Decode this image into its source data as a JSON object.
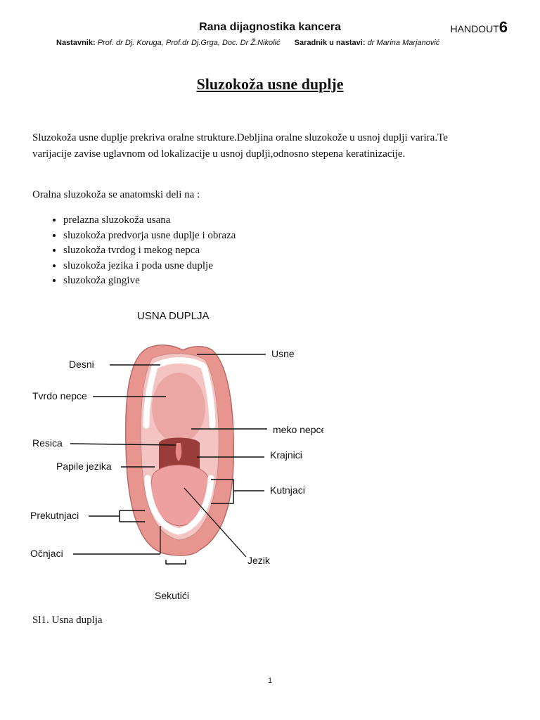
{
  "header": {
    "title": "Rana dijagnostika kancera",
    "handout_label": "HANDOUT",
    "handout_number": "6",
    "teacher_label": "Nastavnik:",
    "teachers": "Prof. dr Dj. Koruga, Prof.dr Dj.Grga, Doc. Dr Ž.Nikolić",
    "assistant_label": "Saradnik u nastavi:",
    "assistant": "dr Marina Marjanović"
  },
  "document": {
    "title": "Sluzokoža usne duplje",
    "paragraph1": "Sluzokoža usne duplje prekriva oralne strukture.Debljina oralne sluzokože u usnoj duplji varira.Te varijacije zavise uglavnom od lokalizacije u usnoj duplji,odnosno stepena keratinizacije.",
    "paragraph2": "Oralna sluzokoža se anatomski deli na :",
    "list": [
      "prelazna sluzokoža usana",
      "sluzokoža predvorja usne duplje i obraza",
      "sluzokoža tvrdog i mekog nepca",
      "sluzokoža jezika i poda usne duplje",
      "sluzokoža gingive"
    ]
  },
  "figure": {
    "title": "USNA DUPLJA",
    "labels": {
      "desni": "Desni",
      "tvrdo_nepce": "Tvrdo nepce",
      "resica": "Resica",
      "papile_jezika": "Papile jezika",
      "prekutnjaci": "Prekutnjaci",
      "ocnjaci": "Očnjaci",
      "sekutici": "Sekutići",
      "usne": "Usne",
      "meko_nepce": "meko nepce",
      "krajnici": "Krajnici",
      "kutnjaci": "Kutnjaci",
      "jezik": "Jezik"
    },
    "caption": "Sl1. Usna duplja"
  },
  "footer": {
    "page_number": "1"
  }
}
